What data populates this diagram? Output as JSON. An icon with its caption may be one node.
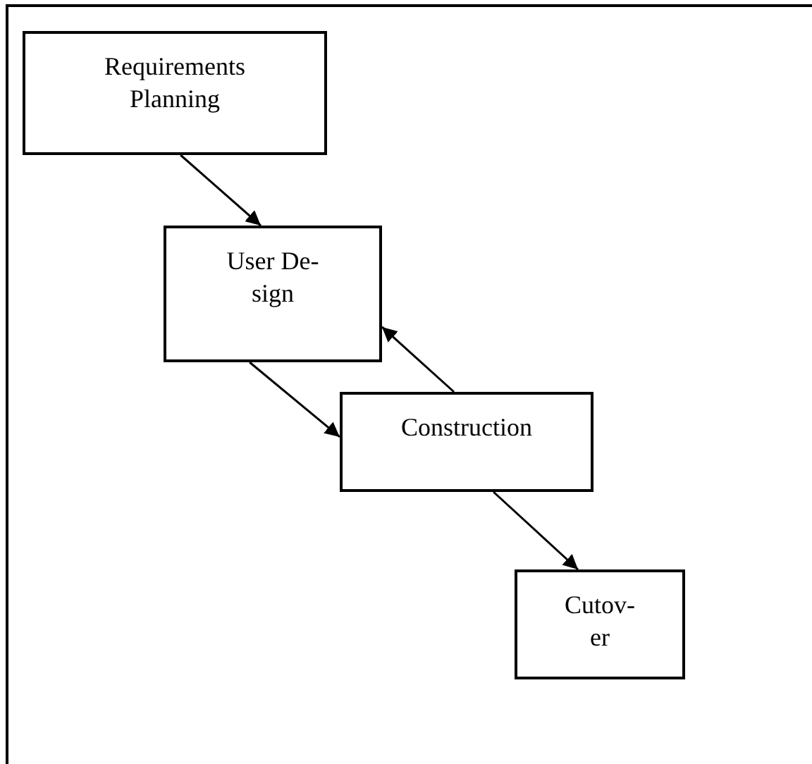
{
  "diagram": {
    "nodes": [
      {
        "text": [
          "Requirements Planning"
        ]
      },
      {
        "text": [
          "User De- sign"
        ]
      },
      {
        "text": [
          "Construction"
        ]
      },
      {
        "text": [
          "Cutov- er"
        ]
      }
    ],
    "edges": [
      {
        "from": 0,
        "to": 1,
        "arrow": "to"
      },
      {
        "from": 1,
        "to": 2,
        "arrow": "to"
      },
      {
        "from": 2,
        "to": 1,
        "arrow": "to"
      },
      {
        "from": 2,
        "to": 3,
        "arrow": "to"
      }
    ]
  }
}
